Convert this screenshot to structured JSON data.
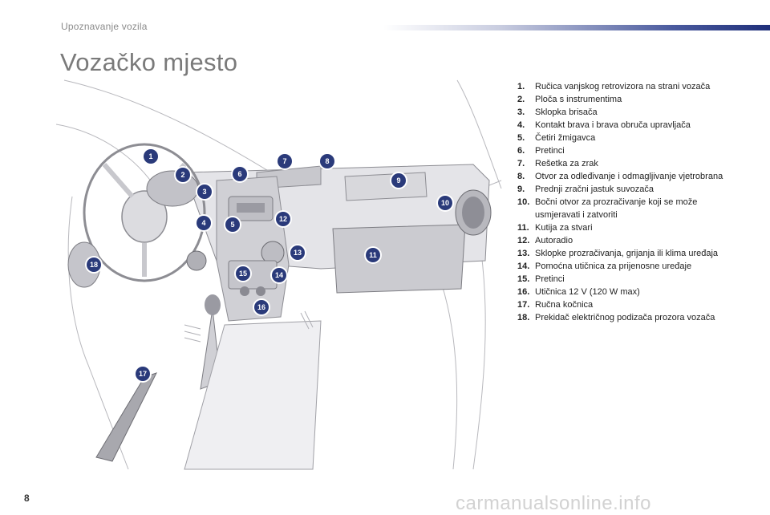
{
  "header": {
    "section_label": "Upoznavanje vozila",
    "title": "Vozačko mjesto"
  },
  "legend": [
    {
      "num": "1.",
      "text": "Ručica vanjskog retrovizora na strani vozača"
    },
    {
      "num": "2.",
      "text": "Ploča s instrumentima"
    },
    {
      "num": "3.",
      "text": "Sklopka brisača"
    },
    {
      "num": "4.",
      "text": "Kontakt brava i brava obruča upravljača"
    },
    {
      "num": "5.",
      "text": "Četiri žmigavca"
    },
    {
      "num": "6.",
      "text": "Pretinci"
    },
    {
      "num": "7.",
      "text": "Rešetka za zrak"
    },
    {
      "num": "8.",
      "text": "Otvor za odleđivanje i odmagljivanje vjetrobrana"
    },
    {
      "num": "9.",
      "text": "Prednji zračni jastuk suvozača"
    },
    {
      "num": "10.",
      "text": "Bočni otvor za prozračivanje koji se može usmjeravati i zatvoriti"
    },
    {
      "num": "11.",
      "text": "Kutija za stvari"
    },
    {
      "num": "12.",
      "text": "Autoradio"
    },
    {
      "num": "13.",
      "text": "Sklopke prozračivanja, grijanja ili klima uređaja"
    },
    {
      "num": "14.",
      "text": "Pomoćna utičnica za prijenosne uređaje"
    },
    {
      "num": "15.",
      "text": "Pretinci"
    },
    {
      "num": "16.",
      "text": "Utičnica 12 V (120 W max)"
    },
    {
      "num": "17.",
      "text": "Ručna kočnica"
    },
    {
      "num": "18.",
      "text": "Prekidač električnog podizača prozora vozača"
    }
  ],
  "callouts": [
    "1",
    "2",
    "3",
    "4",
    "5",
    "6",
    "7",
    "8",
    "9",
    "10",
    "11",
    "12",
    "13",
    "14",
    "15",
    "16",
    "17",
    "18"
  ],
  "footer": {
    "page_number": "8",
    "watermark": "carmanualsonline.info"
  },
  "colors": {
    "badge": "#2a3a7a",
    "accent_bar": "#1f2f7a",
    "dashboard": "#d4d4d8",
    "line": "#9a9aa0"
  }
}
